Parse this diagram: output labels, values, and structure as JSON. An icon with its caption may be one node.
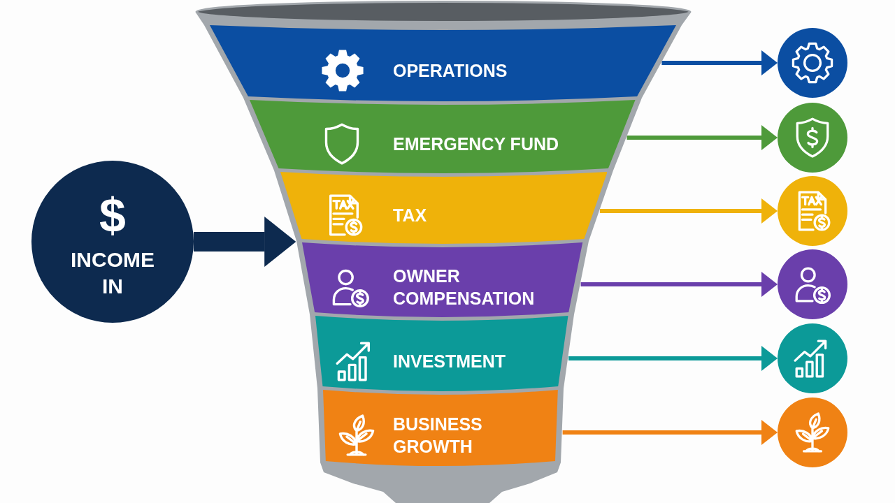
{
  "diagram": {
    "nodes": [
      {
        "text": [
          "$",
          "INCOME IN"
        ]
      },
      {
        "text": [],
        "shape": "funnel"
      },
      {
        "text": [
          "OPERATIONS"
        ],
        "in": 1
      },
      {
        "text": [
          "EMERGENCY FUND"
        ],
        "in": 1
      },
      {
        "text": [
          "TAX"
        ],
        "in": 1
      },
      {
        "text": [
          "OWNER COMPENSATION"
        ],
        "in": 1
      },
      {
        "text": [
          "INVESTMENT"
        ],
        "in": 1
      },
      {
        "text": [
          "BUSINESS GROWTH"
        ],
        "in": 1
      },
      {
        "text": [],
        "shape": "circle"
      },
      {
        "text": [],
        "shape": "circle"
      },
      {
        "text": [],
        "shape": "circle"
      },
      {
        "text": [],
        "shape": "circle"
      },
      {
        "text": [],
        "shape": "circle"
      },
      {
        "text": [],
        "shape": "circle"
      }
    ],
    "edges": [
      {
        "from": 0,
        "to": 1,
        "arrow": "to",
        "style": "thick",
        "color": "#0d2a4f"
      },
      {
        "from": 2,
        "to": 8,
        "arrow": "to",
        "color": "#0b4ea2"
      },
      {
        "from": 3,
        "to": 9,
        "arrow": "to",
        "color": "#4e9a3a"
      },
      {
        "from": 4,
        "to": 10,
        "arrow": "to",
        "color": "#efb20a"
      },
      {
        "from": 5,
        "to": 11,
        "arrow": "to",
        "color": "#6a3fab"
      },
      {
        "from": 6,
        "to": 12,
        "arrow": "to",
        "color": "#0c9a98"
      },
      {
        "from": 7,
        "to": 13,
        "arrow": "to",
        "color": "#f08214"
      }
    ]
  }
}
